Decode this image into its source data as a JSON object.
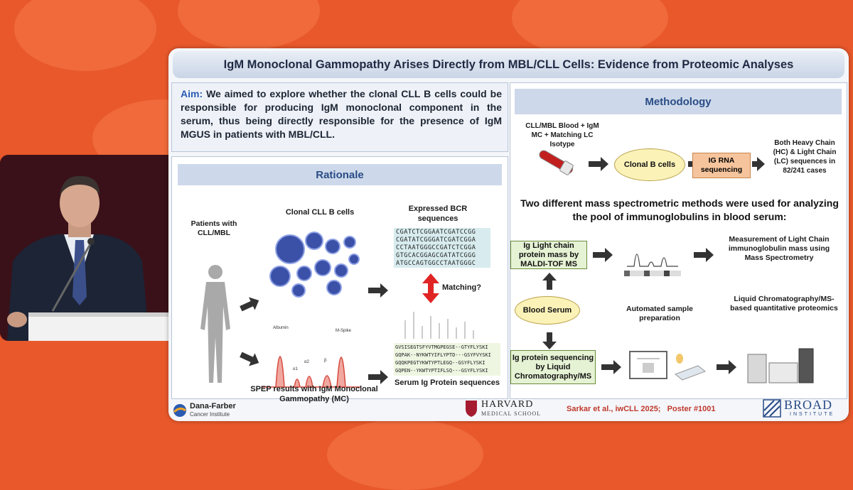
{
  "slide": {
    "title": "IgM Monoclonal Gammopathy Arises Directly from MBL/CLL Cells: Evidence from Proteomic Analyses",
    "aim": {
      "label": "Aim:",
      "text": " We aimed to explore whether the clonal CLL B cells could be responsible for producing IgM monoclonal component in the serum, thus being directly responsible for the presence of IgM MGUS in patients with MBL/CLL."
    },
    "rationale": {
      "header": "Rationale",
      "patients_label": "Patients with CLL/MBL",
      "clonal_label": "Clonal CLL B cells",
      "bcr_label": "Expressed BCR sequences",
      "bcr_seqs": [
        "CGATCTCGGAATCGATCCGG",
        "CGATATCGGGATCGATCGGA",
        "CCTAATGGGCCGATCTCGGA",
        "GTGCACGGAGCGATATCGGG",
        "ATGCCAGTGGCCTAATGGGC"
      ],
      "matching_label": "Matching?",
      "spep_label": "SPEP results with IgM Monoclonal Gammopathy (MC)",
      "spep_peaks": [
        "Albumin",
        "α1",
        "α2",
        "β",
        "M-Spike"
      ],
      "serum_label": "Serum Ig Protein sequences",
      "protein_seqs": [
        "GVSISEGTSFYVTMGPEGSE--GTYFLYSKI",
        "GQPAK--NYKWTYIFLYPTD---GSYFVYSKI",
        "GQQKPEGTYKWTYPTLEGQ--GSYFLYSKI",
        "GQPEN--YKWTYPTIFLSQ---GSYFLYSKI"
      ]
    },
    "methodology": {
      "header": "Methodology",
      "blood_label": "CLL/MBL Blood + IgM MC + Matching LC Isotype",
      "clonal_b_cells": "Clonal B cells",
      "ig_rna": "IG RNA sequencing",
      "hc_lc": "Both Heavy Chain (HC) & Light Chain (LC) sequences in 82/241 cases",
      "mass_spec_title": "Two different mass spectrometric methods were used for analyzing the pool of immunoglobulins in blood serum:",
      "maldi_box": "Ig Light chain protein mass by MALDI-TOF MS",
      "light_chain_result": "Measurement of Light Chain immunoglobulin mass using Mass Spectrometry",
      "blood_serum": "Blood Serum",
      "automated_prep": "Automated sample preparation",
      "lcms_result": "Liquid Chromatography/MS-based quantitative proteomics",
      "ig_protein_box": "Ig protein sequencing by Liquid Chromatography/MS"
    },
    "footer": {
      "dana_farber_1": "Dana-Farber",
      "dana_farber_2": "Cancer Institute",
      "harvard_1": "HARVARD",
      "harvard_2": "MEDICAL SCHOOL",
      "citation": "Sarkar et al., iwCLL 2025;   Poster #1001",
      "broad_1": "BROAD",
      "broad_2": "INSTITUTE"
    }
  }
}
